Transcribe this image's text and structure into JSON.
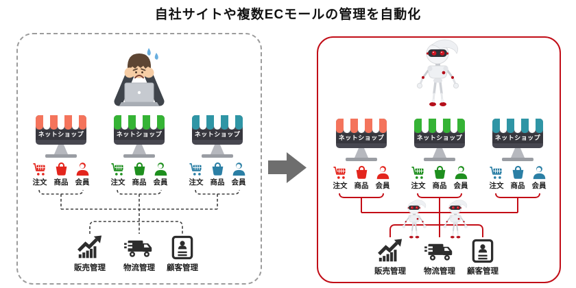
{
  "title": "自社サイトや複数ECモールの管理を自動化",
  "colors": {
    "before_border": "#9B9B9B",
    "after_border": "#C10D17",
    "wire_before": "#3F3F3F",
    "wire_after": "#C30D16",
    "arrow": "#6E6E6E",
    "monitor_body": "#474750",
    "shop1_awning": "#F4745C",
    "shop1_icons": "#E3251D",
    "shop2_awning": "#35B335",
    "shop2_icons": "#1E8F1E",
    "shop3_awning": "#2F95A5",
    "shop3_icons": "#2B7FA5",
    "mgmt_icons": "#2D2D2D"
  },
  "icons": {
    "order": "cart-icon",
    "product": "shopping-bag-icon",
    "member": "person-icon",
    "sales": "growth-chart-icon",
    "logistics": "truck-icon",
    "customer": "id-card-icon",
    "before_figure": "worried-person-at-laptop",
    "after_figure": "robot-character",
    "between": "right-arrow"
  },
  "before_panel": {
    "shops": [
      {
        "label": "ネットショップ",
        "items": [
          "注文",
          "商品",
          "会員"
        ]
      },
      {
        "label": "ネットショップ",
        "items": [
          "注文",
          "商品",
          "会員"
        ]
      },
      {
        "label": "ネットショップ",
        "items": [
          "注文",
          "商品",
          "会員"
        ]
      }
    ],
    "managers": [
      {
        "label": "販売管理"
      },
      {
        "label": "物流管理"
      },
      {
        "label": "顧客管理"
      }
    ]
  },
  "after_panel": {
    "shops": [
      {
        "label": "ネットショップ",
        "items": [
          "注文",
          "商品",
          "会員"
        ]
      },
      {
        "label": "ネットショップ",
        "items": [
          "注文",
          "商品",
          "会員"
        ]
      },
      {
        "label": "ネットショップ",
        "items": [
          "注文",
          "商品",
          "会員"
        ]
      }
    ],
    "managers": [
      {
        "label": "販売管理"
      },
      {
        "label": "物流管理"
      },
      {
        "label": "顧客管理"
      }
    ]
  }
}
